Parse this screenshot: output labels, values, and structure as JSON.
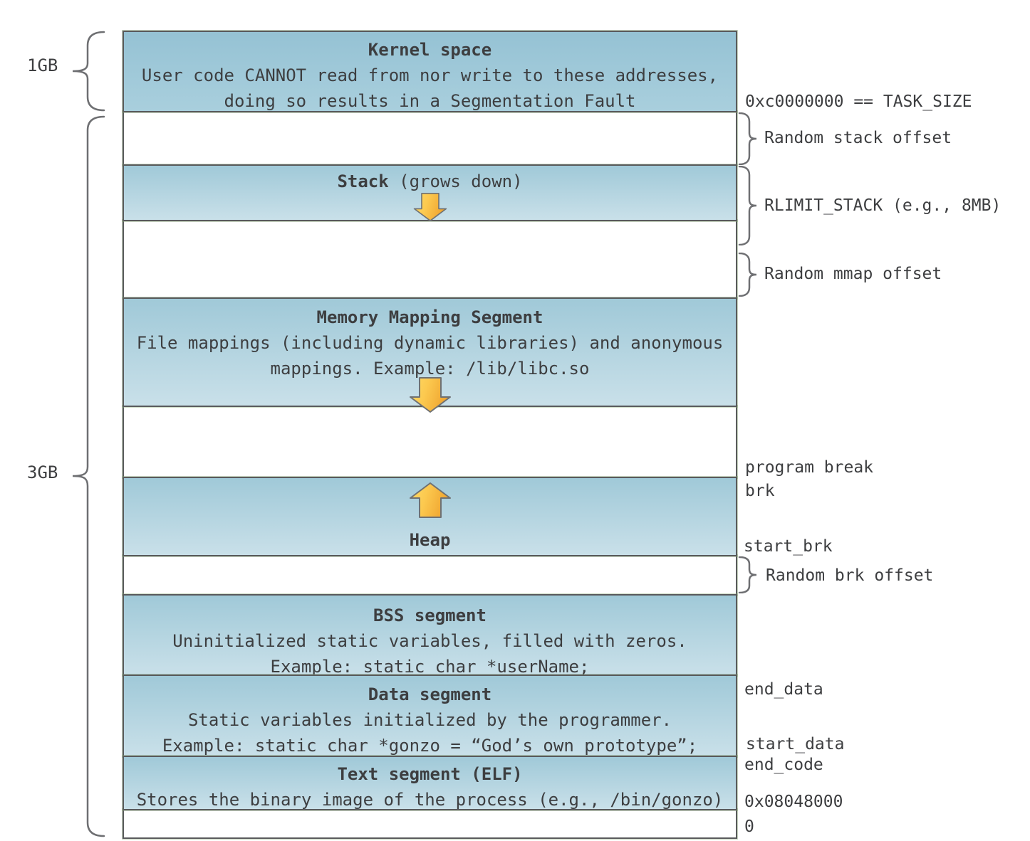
{
  "title": "Process memory layout diagram",
  "left_labels": {
    "kernel_size": "1GB",
    "user_size": "3GB"
  },
  "segments": {
    "kernel": {
      "title": "Kernel space",
      "line1": "User code CANNOT read from nor write to these addresses,",
      "line2": "doing so results in a Segmentation Fault"
    },
    "stack": {
      "title": "Stack",
      "subtitle": " (grows down)"
    },
    "mmap": {
      "title": "Memory Mapping Segment",
      "line1": "File mappings (including dynamic libraries) and anonymous",
      "line2": "mappings. Example: /lib/libc.so"
    },
    "heap": {
      "title": "Heap"
    },
    "bss": {
      "title": "BSS segment",
      "line1": "Uninitialized static variables, filled with zeros.",
      "line2": "Example: static char *userName;"
    },
    "data": {
      "title": "Data segment",
      "line1": "Static variables initialized by the programmer.",
      "line2": "Example: static char *gonzo = “God’s own prototype”;"
    },
    "text": {
      "title": "Text segment (ELF)",
      "line1": "Stores the binary image of the process (e.g., /bin/gonzo)"
    }
  },
  "right_labels": {
    "task_size": "0xc0000000 == TASK_SIZE",
    "random_stack_offset": "Random stack offset",
    "rlimit_stack": "RLIMIT_STACK (e.g., 8MB)",
    "random_mmap_offset": "Random mmap offset",
    "program_break": "program break",
    "brk": "brk",
    "start_brk": "start_brk",
    "random_brk_offset": "Random brk offset",
    "end_data": "end_data",
    "start_data": "start_data",
    "end_code": "end_code",
    "text_start_address": "0x08048000",
    "zero_address": "0"
  },
  "icons": {
    "down_arrow": "yellow thick arrow pointing down",
    "up_arrow": "yellow thick arrow pointing up",
    "curly_brace": "curly brace bracket"
  },
  "colors": {
    "box_border": "#595a5c",
    "box_fill_top": "#a0c9d8",
    "box_fill_bottom": "#c9e0e9",
    "kernel_fill": "#9bc6d7",
    "gap_fill": "#ffffff",
    "arrow_fill_light": "#ffdb67",
    "arrow_fill_dark": "#efa42f",
    "arrow_border": "#6f7173",
    "brace_stroke": "#6e6f72",
    "text": "#3d3e40",
    "background": "#ffffff"
  }
}
